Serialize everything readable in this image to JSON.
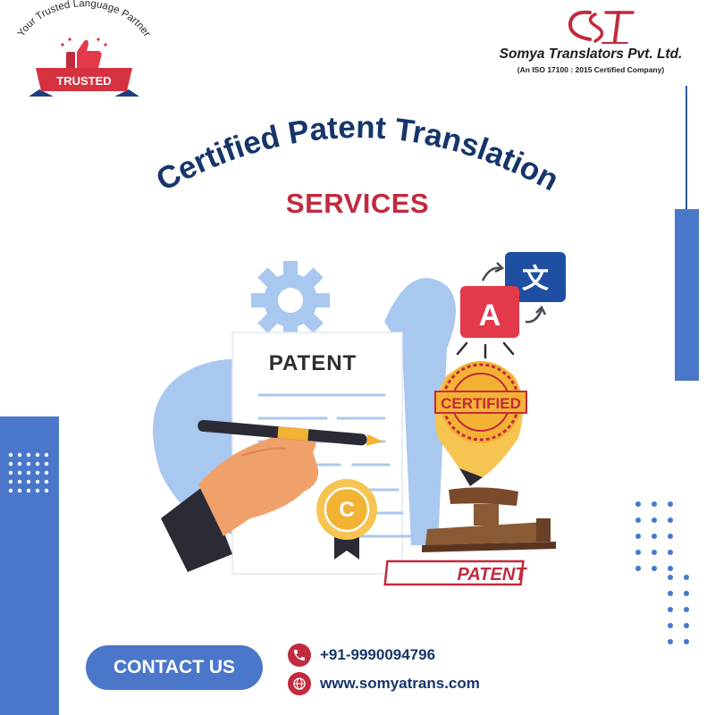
{
  "badge": {
    "arc_text": "Your Trusted Language Partner",
    "label": "TRUSTED"
  },
  "company": {
    "name": "Somya Translators Pvt. Ltd.",
    "certification": "(An ISO 17100 : 2015 Certified Company)"
  },
  "heading": {
    "title": "Certified Patent Translation",
    "subtitle": "SERVICES"
  },
  "illustration": {
    "document_title": "PATENT",
    "stamp_text": "CERTIFIED",
    "stamp_plate_text": "PATENT",
    "letter_a": "A",
    "letter_translate": "文",
    "copyright_symbol": "C"
  },
  "contact": {
    "button_label": "CONTACT US",
    "phone": "+91-9990094796",
    "website": "www.somyatrans.com",
    "phone_icon": "phone-icon",
    "web_icon": "globe-cursor-icon"
  },
  "colors": {
    "navy": "#16366a",
    "blue": "#4a77c9",
    "light_blue": "#a9c8ef",
    "red": "#c22a3e",
    "gold": "#f2b233",
    "skin": "#f0a16a"
  }
}
